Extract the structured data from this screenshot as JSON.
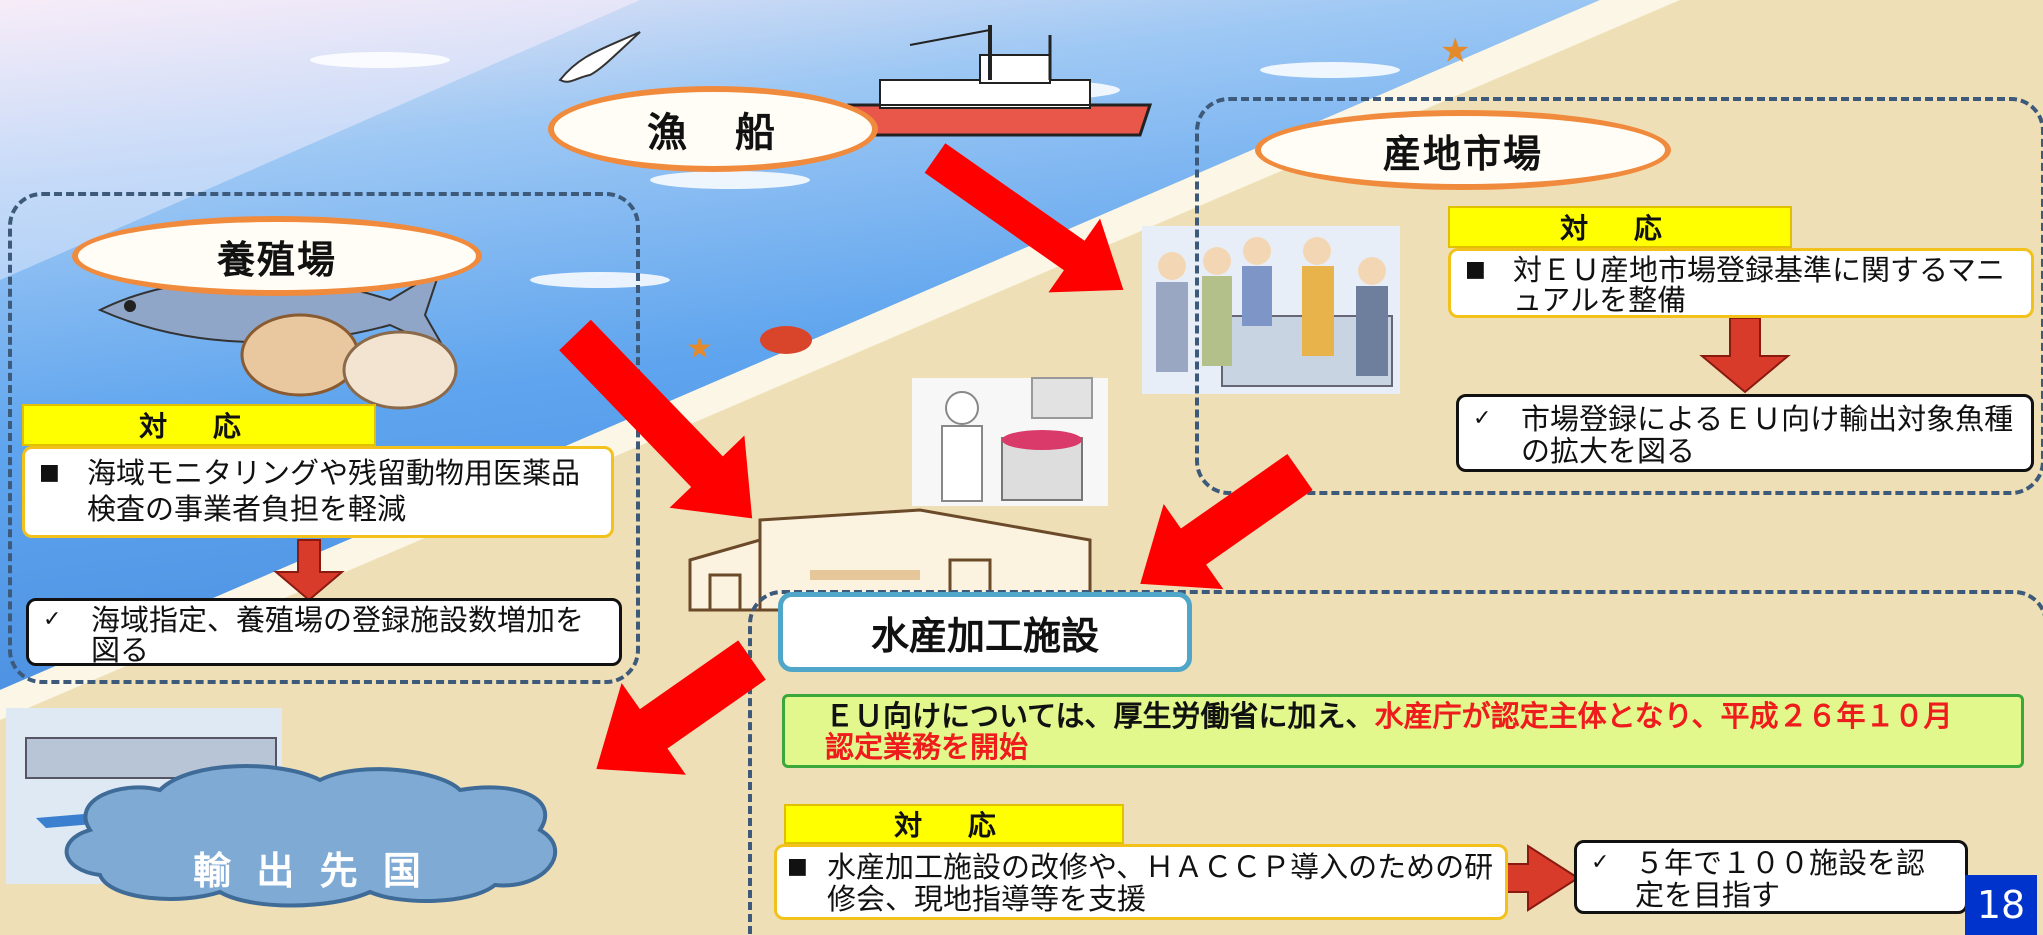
{
  "nodes": {
    "fishing_boat": "漁　船",
    "production_market": "産地市場",
    "aquaculture": "養殖場",
    "processing": "水産加工施設",
    "export_country": "輸 出 先 国"
  },
  "aquaculture_panel": {
    "tag": "対 応",
    "measure": "海域モニタリングや残留動物用医薬品検査の事業者負担を軽減",
    "goal": "海域指定、養殖場の登録施設数増加を図る"
  },
  "market_panel": {
    "tag": "対 応",
    "measure": "対ＥＵ産地市場登録基準に関するマニュアルを整備",
    "goal": "市場登録によるＥＵ向け輸出対象魚種の拡大を図る"
  },
  "processing_panel": {
    "notice_black": "ＥＵ向けについては、厚生労働省に加え、",
    "notice_red": "水産庁が認定主体となり、平成２６年１０月認定業務を開始",
    "tag": "対 応",
    "measure": "水産加工施設の改修や、ＨＡＣＣＰ導入のための研修会、現地指導等を支援",
    "goal": "５年で１００施設を認定を目指す"
  },
  "bullet_symbol": "■",
  "check_symbol": "✓",
  "page_number": "18",
  "colors": {
    "arrow_red": "#ff0000",
    "oval_border": "#f08a3c",
    "tag_yellow": "#ffff00",
    "notice_green": "#e2f78c",
    "page_badge": "#0033cc",
    "sea_blue": "#5ea4ee",
    "sand": "#efdfb6"
  }
}
